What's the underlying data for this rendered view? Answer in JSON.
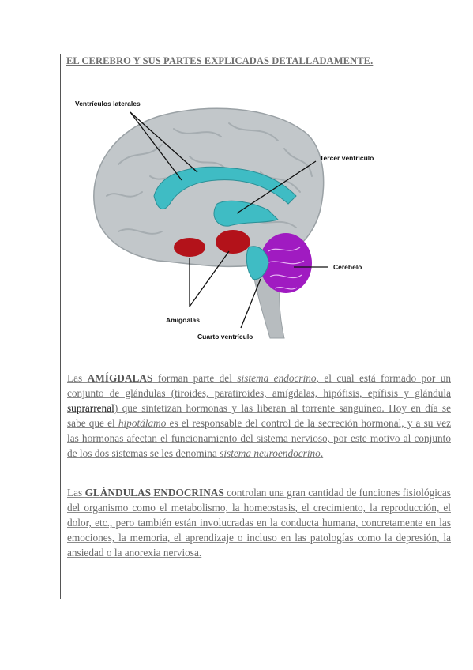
{
  "title": "EL CEREBRO Y SUS PARTES EXPLICADAS DETALLADAMENTE.",
  "figure": {
    "labels": {
      "ventriculos_laterales": "Ventrículos laterales",
      "tercer_ventriculo": "Tercer ventrículo",
      "cerebelo": "Cerebelo",
      "amigdalas": "Amígdalas",
      "cuarto_ventriculo": "Cuarto ventrículo"
    },
    "colors": {
      "brain": "#c2c7ca",
      "ventricles": "#3fbcc4",
      "amygdala": "#b3121a",
      "cerebellum": "#a01bc1"
    }
  },
  "p1": {
    "t1": "Las ",
    "b1": "AMÍGDALAS",
    "t2": " forman parte del ",
    "i1": "sistema endocrino",
    "t3": ", el cual está formado por un conjunto de glándulas (tiroides, paratiroides, amígdalas, hipófisis, epífisis y glándula ",
    "d1": "suprarrenal",
    "t4": ") que sintetizan hormonas y las liberan al torrente sanguíneo. Hoy en día se sabe que el ",
    "i2": "hipotálamo",
    "t5": " es el responsable del control de la secreción hormonal, y a su vez las hormonas afectan el funcionamiento del sistema nervioso, por este motivo al conjunto de los dos sistemas se les denomina ",
    "i3": "sistema neuroendocrino",
    "t6": "."
  },
  "p2": {
    "t1": "Las ",
    "b1": "GLÁNDULAS ENDOCRINAS",
    "t2": " controlan una gran cantidad de funciones fisiológicas del organismo como el metabolismo, la homeostasis, el crecimiento, la reproducción, el dolor, etc., pero también están involucradas en la conducta humana, concretamente en las emociones, la memoria, el aprendizaje o incluso en las patologías como la depresión, la ansiedad o la anorexia nerviosa."
  }
}
